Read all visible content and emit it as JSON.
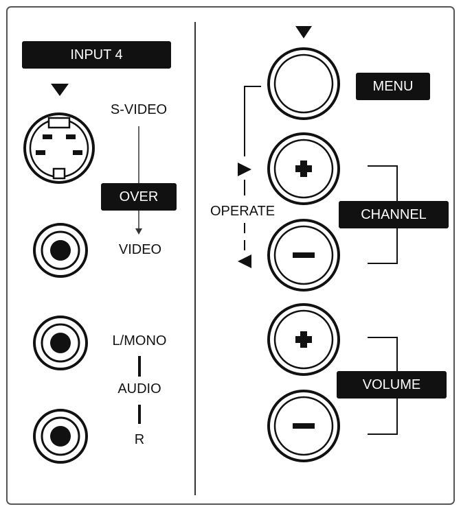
{
  "input_panel": {
    "title": "INPUT 4",
    "svideo_label": "S-VIDEO",
    "over_label": "OVER",
    "video_label": "VIDEO",
    "lmono_label": "L/MONO",
    "audio_label": "AUDIO",
    "r_label": "R"
  },
  "control_panel": {
    "menu_label": "MENU",
    "operate_label": "OPERATE",
    "channel_label": "CHANNEL",
    "volume_label": "VOLUME"
  },
  "icons": {
    "plus": "plus-icon",
    "minus": "minus-icon",
    "arrow_down": "down-arrow-icon",
    "arrow_right": "right-arrow-icon",
    "arrow_left": "left-arrow-icon"
  },
  "colors": {
    "ink": "#111111",
    "paper": "#ffffff"
  }
}
